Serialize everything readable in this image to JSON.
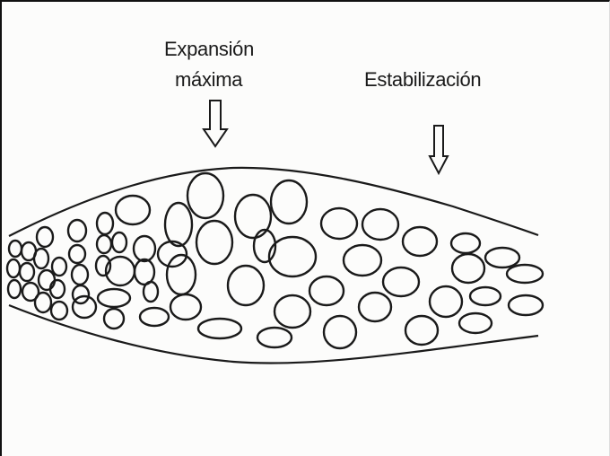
{
  "labels": {
    "expansion_line1": "Expansión",
    "expansion_line2": "máxima",
    "stabilization": "Estabilización"
  },
  "icons": {
    "expansion_arrow": "down-arrow-icon",
    "stabilization_arrow": "down-arrow-icon"
  },
  "colors": {
    "ink": "#1a1a1a",
    "paper": "#fcfcfb"
  }
}
